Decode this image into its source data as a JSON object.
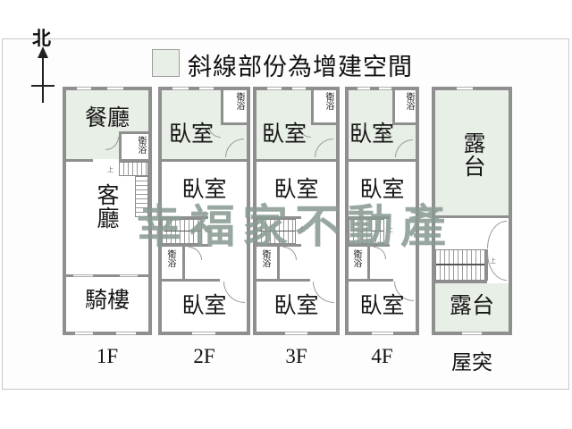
{
  "colors": {
    "wall": "#8f8f8f",
    "expansion_fill": "#e8efe6",
    "watermark": "#8a9c93",
    "panel_bg": "#fdfdfd",
    "panel_border": "#c9c9c9"
  },
  "north": {
    "label": "北"
  },
  "legend": {
    "text": "斜線部份為增建空間",
    "swatch_meaning": "expansion-space-fill"
  },
  "watermark": {
    "text": "幸福家不動產"
  },
  "stairs": {
    "up_label": "上"
  },
  "floors": [
    {
      "label": "1F",
      "rooms": {
        "dining": "餐廳",
        "bath": "衛浴",
        "living": "客廳",
        "arcade": "騎樓"
      }
    },
    {
      "label": "2F",
      "rooms": {
        "bedroom_top": "臥室",
        "bath_top": "衛浴",
        "bedroom_mid": "臥室",
        "bath": "衛浴",
        "bedroom_bottom": "臥室"
      }
    },
    {
      "label": "3F",
      "rooms": {
        "bedroom_top": "臥室",
        "bath_top": "衛浴",
        "bedroom_mid": "臥室",
        "bath": "衛浴",
        "bedroom_bottom": "臥室"
      }
    },
    {
      "label": "4F",
      "rooms": {
        "bedroom_top": "臥室",
        "bath_top": "衛浴",
        "bedroom_mid": "臥室",
        "bath": "衛浴",
        "bedroom_bottom": "臥室"
      }
    },
    {
      "label": "屋突",
      "rooms": {
        "terrace_top": "露台",
        "terrace_bottom": "露台"
      }
    }
  ]
}
